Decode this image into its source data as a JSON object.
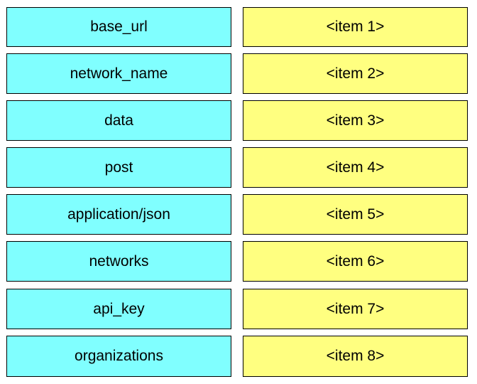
{
  "colors": {
    "source_fill": "#80ffff",
    "target_fill": "#ffff80",
    "border": "#000000"
  },
  "rows": [
    {
      "source": "base_url",
      "target": "<item 1>"
    },
    {
      "source": "network_name",
      "target": "<item 2>"
    },
    {
      "source": "data",
      "target": "<item 3>"
    },
    {
      "source": "post",
      "target": "<item 4>"
    },
    {
      "source": "application/json",
      "target": "<item 5>"
    },
    {
      "source": "networks",
      "target": "<item 6>"
    },
    {
      "source": "api_key",
      "target": "<item 7>"
    },
    {
      "source": "organizations",
      "target": "<item 8>"
    }
  ]
}
